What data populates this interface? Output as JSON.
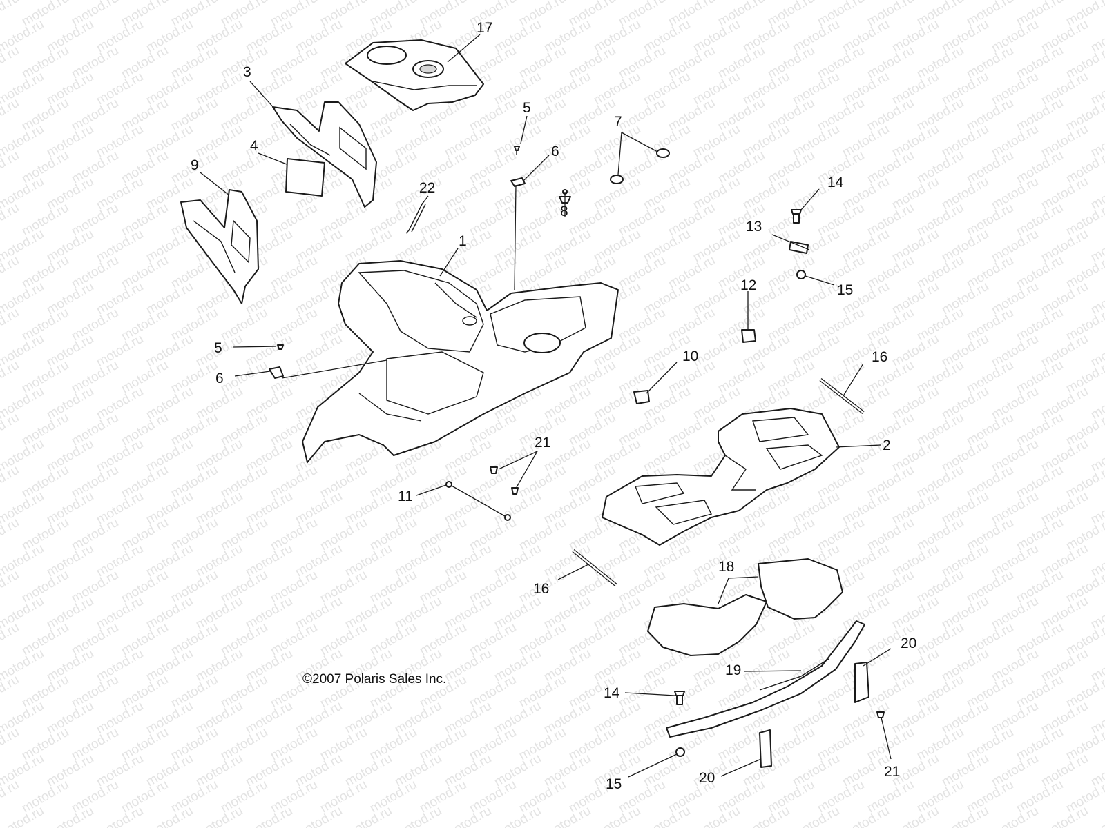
{
  "watermark": "motod.ru",
  "copyright": "©2007 Polaris Sales Inc.",
  "callouts": [
    {
      "id": "c1",
      "label": "1"
    },
    {
      "id": "c2",
      "label": "2"
    },
    {
      "id": "c3",
      "label": "3"
    },
    {
      "id": "c4",
      "label": "4"
    },
    {
      "id": "c5a",
      "label": "5"
    },
    {
      "id": "c5b",
      "label": "5"
    },
    {
      "id": "c6a",
      "label": "6"
    },
    {
      "id": "c6b",
      "label": "6"
    },
    {
      "id": "c7",
      "label": "7"
    },
    {
      "id": "c8",
      "label": "8"
    },
    {
      "id": "c9",
      "label": "9"
    },
    {
      "id": "c10",
      "label": "10"
    },
    {
      "id": "c11",
      "label": "11"
    },
    {
      "id": "c12",
      "label": "12"
    },
    {
      "id": "c13",
      "label": "13"
    },
    {
      "id": "c14a",
      "label": "14"
    },
    {
      "id": "c14b",
      "label": "14"
    },
    {
      "id": "c15a",
      "label": "15"
    },
    {
      "id": "c15b",
      "label": "15"
    },
    {
      "id": "c16a",
      "label": "16"
    },
    {
      "id": "c16b",
      "label": "16"
    },
    {
      "id": "c17",
      "label": "17"
    },
    {
      "id": "c18",
      "label": "18"
    },
    {
      "id": "c19",
      "label": "19"
    },
    {
      "id": "c20a",
      "label": "20"
    },
    {
      "id": "c20b",
      "label": "20"
    },
    {
      "id": "c21a",
      "label": "21"
    },
    {
      "id": "c21b",
      "label": "21"
    },
    {
      "id": "c22",
      "label": "22"
    }
  ]
}
